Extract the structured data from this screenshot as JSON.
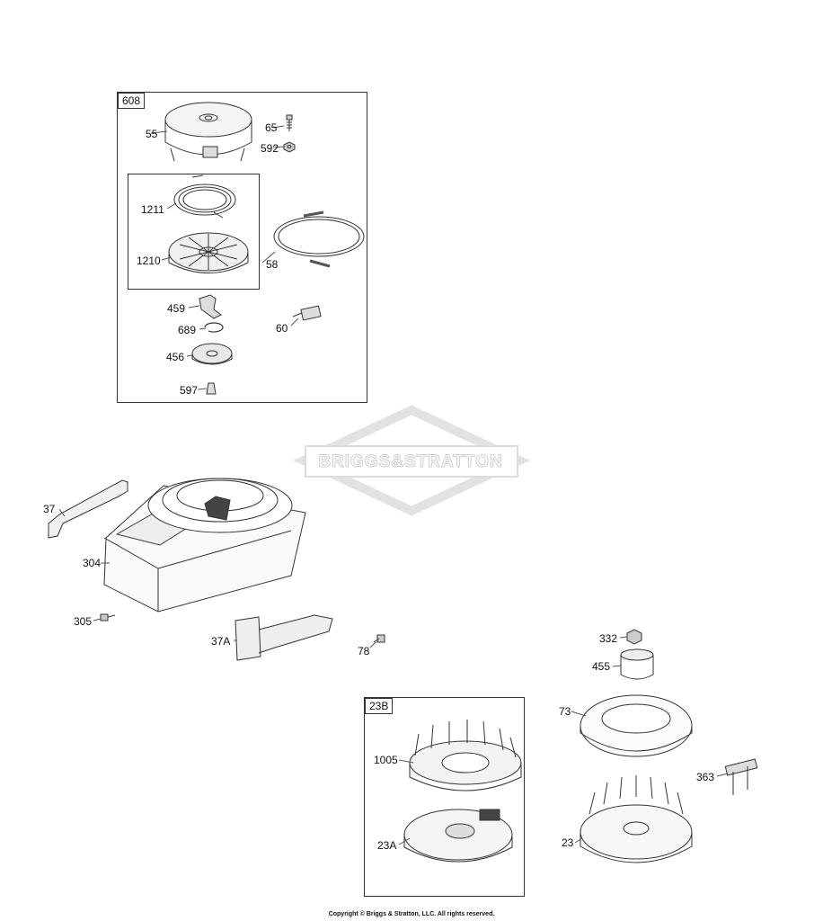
{
  "watermark": {
    "brand": "BRIGGS&STRATTON"
  },
  "boxes": {
    "b608": "608",
    "b23B": "23B"
  },
  "labels": {
    "l55": "55",
    "l65": "65",
    "l592": "592",
    "l1211": "1211",
    "l1210": "1210",
    "l58": "58",
    "l459": "459",
    "l689": "689",
    "l60": "60",
    "l456": "456",
    "l597": "597",
    "l37": "37",
    "l304": "304",
    "l305": "305",
    "l37A": "37A",
    "l78": "78",
    "l332": "332",
    "l455": "455",
    "l73": "73",
    "l1005": "1005",
    "l23A": "23A",
    "l363": "363",
    "l23": "23"
  },
  "footer": {
    "copyright": "Copyright © Briggs & Stratton, LLC. All rights reserved."
  }
}
